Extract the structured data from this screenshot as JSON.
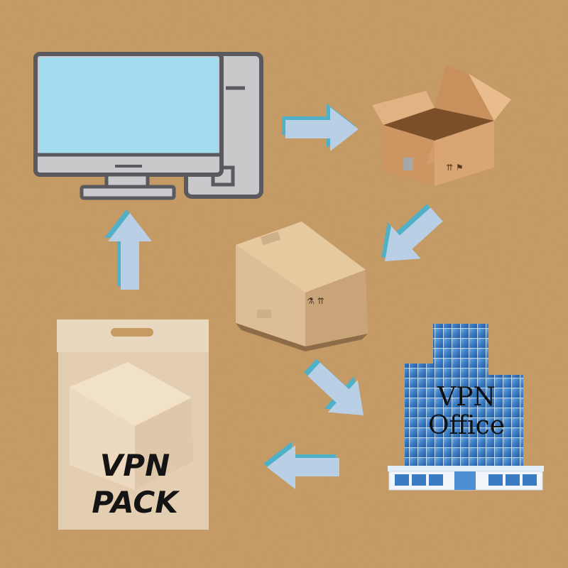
{
  "colors": {
    "background": "#c89a62",
    "arrow_fill": "#b9cfe6",
    "arrow_shadow": "#4fb0c6",
    "monitor_screen": "#a3dbf0",
    "monitor_frame": "#c9c9cb",
    "outline": "#5a5a5e"
  },
  "icons": {
    "computer": "desktop-computer-icon",
    "open_box": "open-cardboard-box-icon",
    "closed_box": "closed-cardboard-box-icon",
    "office": "office-building-icon",
    "pack": "hanging-plastic-package-icon"
  },
  "nodes": {
    "office": {
      "line1": "VPN",
      "line2": "Office"
    },
    "pack": {
      "line1": "VPN",
      "line2": "PACK"
    }
  }
}
